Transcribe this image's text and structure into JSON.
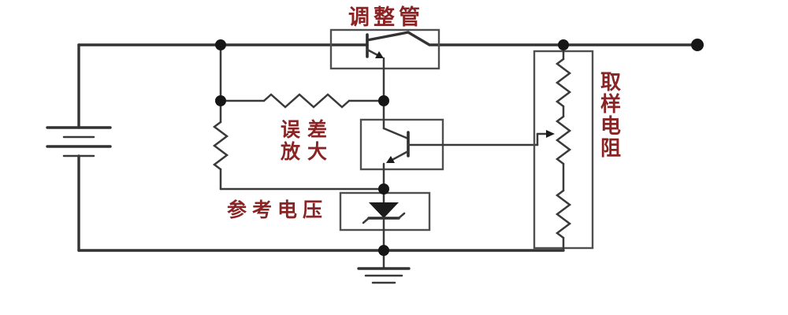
{
  "diagram": {
    "kind": "circuit-schematic",
    "labels": {
      "pass_transistor": "调整管",
      "error_amp_line1": "误差",
      "error_amp_line2": "放大",
      "reference_voltage": "参考电压",
      "sampling_resistor": "取样电阻",
      "sampling_resistor_chars": [
        "取",
        "样",
        "电",
        "阻"
      ]
    },
    "colors": {
      "label_text": "#8a2424",
      "wire": "#3a3a3a",
      "junction_dot": "#161616",
      "component_box": "#4f4f4f",
      "background": "#ffffff"
    },
    "components": [
      "battery-icon",
      "pass-transistor-icon",
      "series-resistor-icon",
      "shunt-resistor-icon",
      "error-amplifier-transistor-icon",
      "potentiometer-wiper-icon",
      "zener-diode-icon",
      "sampling-resistor-divider-icon",
      "ground-icon"
    ]
  }
}
